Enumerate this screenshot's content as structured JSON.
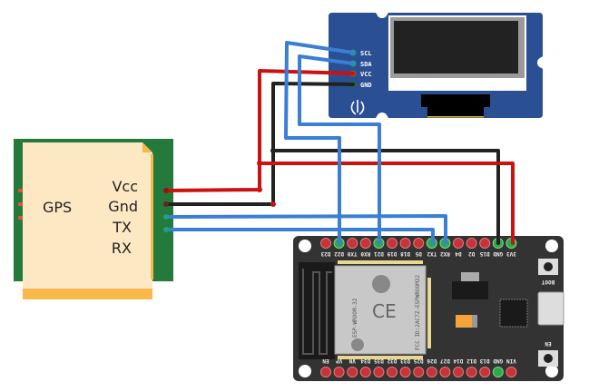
{
  "gps_module": {
    "title": "GPS",
    "pins": [
      "Vcc",
      "Gnd",
      "TX",
      "RX"
    ]
  },
  "oled_module": {
    "pins": [
      "SCL",
      "SDA",
      "VCC",
      "GND"
    ]
  },
  "esp32_board": {
    "module_label": "ESP-WROOM-32",
    "fcc_label": "FCC ID:2AC7Z-ESPWROOM32",
    "button_boot": "BOOT",
    "button_en": "EN",
    "top_pins": [
      "D23",
      "D22",
      "TX0",
      "RX0",
      "D21",
      "D19",
      "D18",
      "D5",
      "TX2",
      "RX2",
      "D4",
      "D2",
      "D15",
      "GND",
      "3V3"
    ],
    "bottom_pins": [
      "EN",
      "VP",
      "VN",
      "D34",
      "D35",
      "D32",
      "D33",
      "D25",
      "D26",
      "D27",
      "D14",
      "D12",
      "D13",
      "GND",
      "VIN"
    ]
  },
  "connections": [
    {
      "from": "OLED SCL",
      "to": "D22",
      "color": "#3a7fd5"
    },
    {
      "from": "OLED SDA",
      "to": "D21",
      "color": "#3a7fd5"
    },
    {
      "from": "OLED VCC",
      "to": "3V3",
      "color": "#cc1111"
    },
    {
      "from": "OLED GND",
      "to": "GND",
      "color": "#222222"
    },
    {
      "from": "GPS Vcc",
      "to": "3V3",
      "color": "#cc1111"
    },
    {
      "from": "GPS Gnd",
      "to": "GND",
      "color": "#222222"
    },
    {
      "from": "GPS TX",
      "to": "RX2",
      "color": "#3a7fd5"
    },
    {
      "from": "GPS RX",
      "to": "TX2",
      "color": "#3a7fd5"
    }
  ],
  "colors": {
    "gps_board": "#237a3a",
    "gps_paper": "#fde8c4",
    "gps_strip": "#f8b84a",
    "oled_board": "#2a4f92",
    "esp_board": "#333333",
    "wire_red": "#cc1111",
    "wire_black": "#222222",
    "wire_blue": "#3a7fd5"
  }
}
